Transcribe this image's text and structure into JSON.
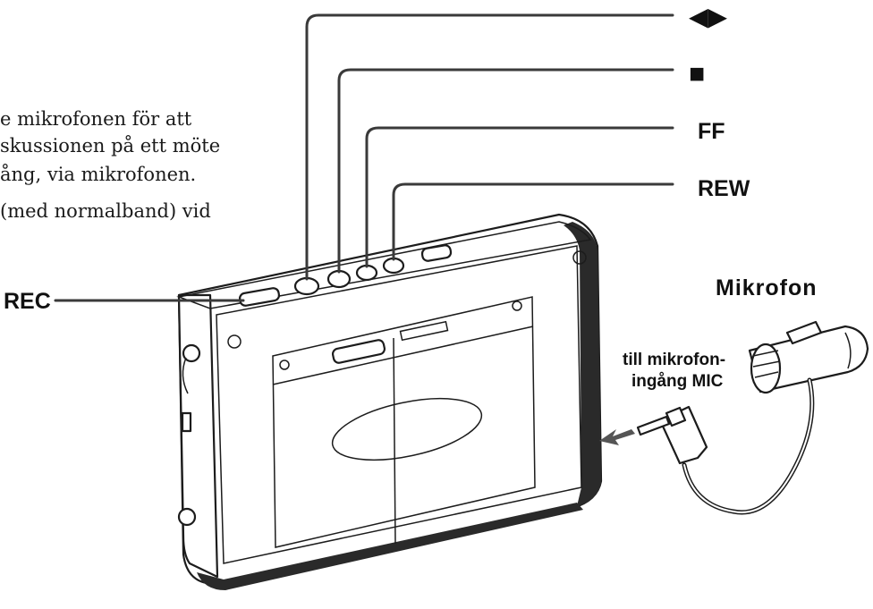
{
  "instructions": {
    "line1": "e mikrofonen för att",
    "line2": "skussionen på ett möte",
    "line3": "ång, via mikrofonen.",
    "line4": "(med normalband) vid"
  },
  "labels": {
    "play": "◀▶",
    "stop": "■",
    "ff": "FF",
    "rew": "REW",
    "rec": "REC",
    "microphone": "Mikrofon",
    "mic_input_line1": "till mikrofon-",
    "mic_input_line2": "ingång MIC"
  }
}
